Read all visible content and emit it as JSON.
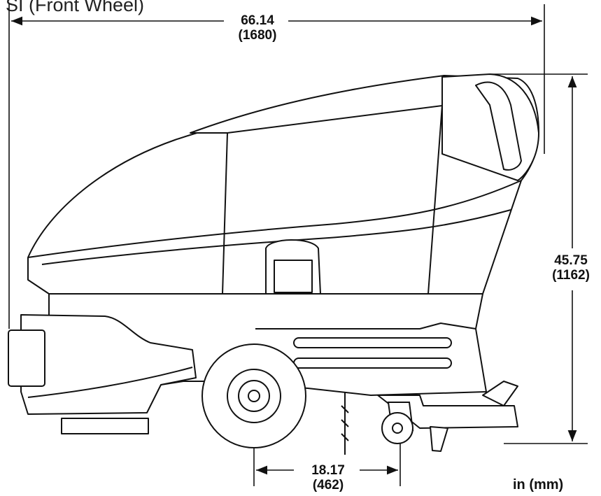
{
  "title": "SI (Front Wheel)",
  "units_label": "in (mm)",
  "dimensions": {
    "overall_length": {
      "in": "66.14",
      "mm": "(1680)"
    },
    "overall_height": {
      "in": "45.75",
      "mm": "(1162)"
    },
    "wheel_base": {
      "in": "18.17",
      "mm": "(462)"
    }
  },
  "colors": {
    "line": "#111111",
    "background": "#ffffff"
  }
}
